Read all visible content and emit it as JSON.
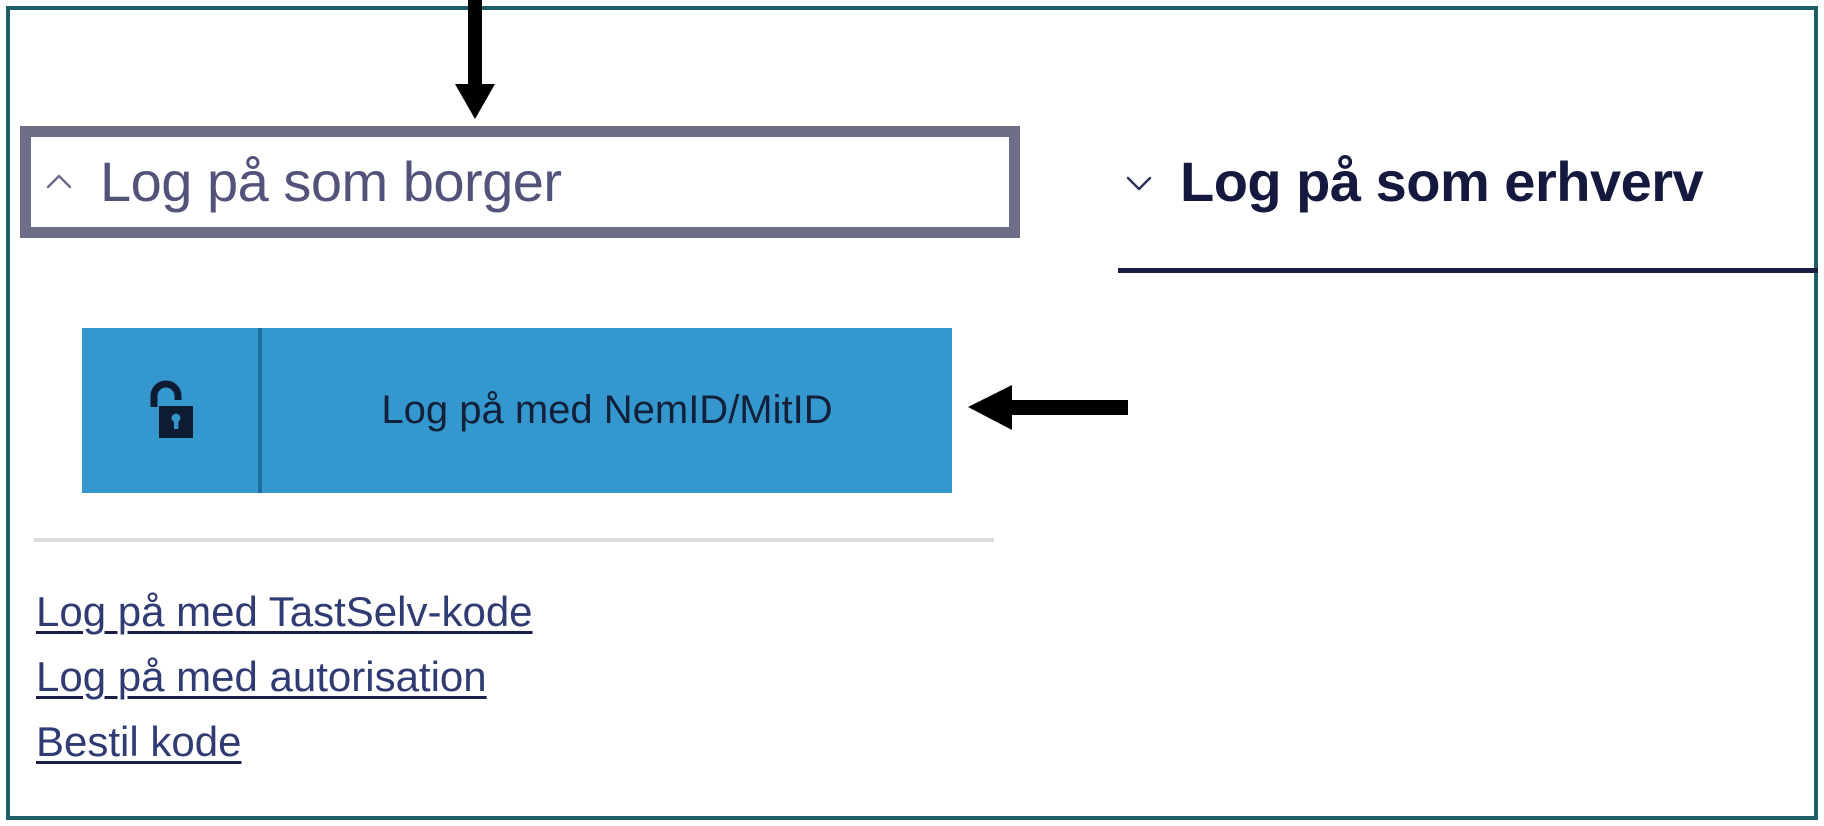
{
  "page": {
    "language": "da",
    "frame_color": "#1d5f66",
    "highlight_box_color": "#6d6d87",
    "accent_blue": "#3498ce",
    "link_color": "#2f3b72",
    "heading_color": "#16193f"
  },
  "annotations": [
    {
      "name": "down-arrow",
      "points_to": "Log på som borger tab",
      "color": "#000000"
    },
    {
      "name": "left-arrow",
      "points_to": "Log på med NemID/MitID button",
      "color": "#000000"
    }
  ],
  "tabs": [
    {
      "id": "borger",
      "label": "Log på som borger",
      "chevron": "chevron-up-icon",
      "expanded": true,
      "highlighted": true
    },
    {
      "id": "erhverv",
      "label": "Log på som erhverv",
      "chevron": "chevron-down-icon",
      "expanded": false,
      "highlighted": false
    }
  ],
  "primary_button": {
    "label": "Log på med NemID/MitID",
    "icon": "open-padlock-icon",
    "background": "#3498ce",
    "text_color": "#13203a"
  },
  "links": [
    {
      "label": "Log på med TastSelv-kode"
    },
    {
      "label": "Log på med autorisation"
    },
    {
      "label": "Bestil kode"
    }
  ]
}
